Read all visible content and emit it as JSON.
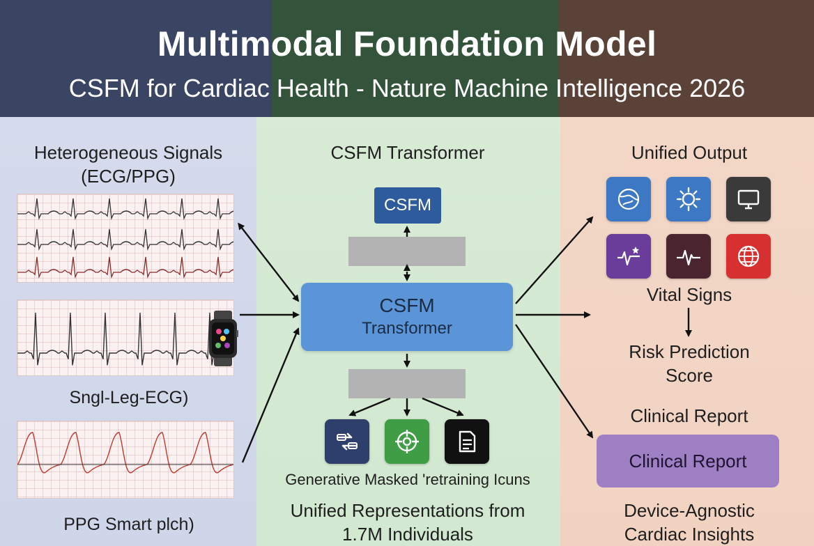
{
  "header": {
    "title": "Multimodal Foundation Model",
    "subtitle": "CSFM for Cardiac Health - Nature Machine Intelligence 2026"
  },
  "left": {
    "heading_line1": "Heterogeneous Signals",
    "heading_line2": "(ECG/PPG)",
    "single_lead_label": "Sngl-Leg-ECG)",
    "ppg_label": "PPG Smart plch)"
  },
  "middle": {
    "heading": "CSFM Transformer",
    "csfm_box": "CSFM",
    "transformer_line1": "CSFM",
    "transformer_line2": "Transformer",
    "pretraining_label": "Generative Masked 'retraining Icuns",
    "bottom_line1": "Unified Representations from",
    "bottom_line2": "1.7M Individuals",
    "pretraining_icons": [
      "exchange-icon",
      "target-icon",
      "document-icon"
    ]
  },
  "right": {
    "heading": "Unified Output",
    "output_icons": [
      "globe-icon",
      "sun-icon",
      "monitor-icon",
      "pulse-star-icon",
      "heartbeat-icon",
      "globe-red-icon"
    ],
    "vital_signs": "Vital Signs",
    "risk_line1": "Risk Prediction",
    "risk_line2": "Score",
    "clinical_report_label": "Clinical Report",
    "clinical_report_box": "Clinical Report",
    "device_line1": "Device-Agnostic",
    "device_line2": "Cardiac Insights"
  },
  "colors": {
    "header_left": "#3a4563",
    "header_mid": "#33533a",
    "header_right": "#5a4238",
    "csfm_box": "#2e5b9b",
    "transformer": "#5b95d8",
    "report_box": "#9e7fc4"
  }
}
